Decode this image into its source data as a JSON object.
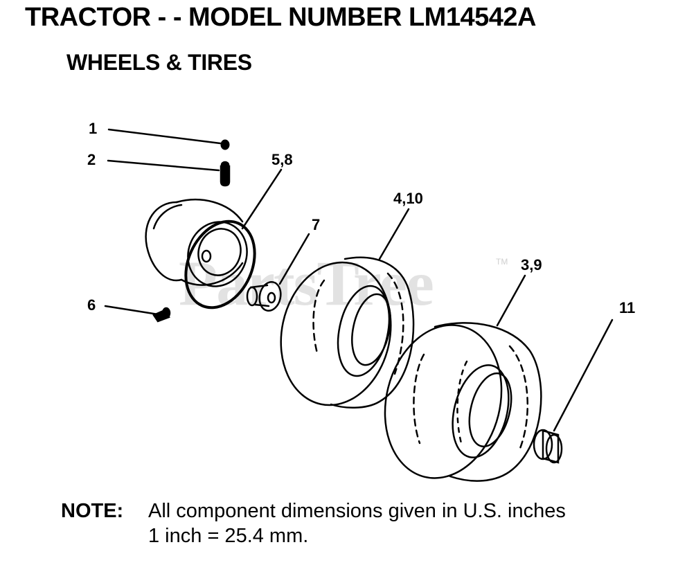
{
  "header": {
    "title": "TRACTOR - - MODEL NUMBER LM14542A",
    "subtitle": "WHEELS & TIRES"
  },
  "callouts": {
    "c1": "1",
    "c2": "2",
    "c58": "5,8",
    "c410": "4,10",
    "c7": "7",
    "c6": "6",
    "c39": "3,9",
    "c11": "11"
  },
  "watermark": {
    "text": "PartsTree",
    "tm": "TM"
  },
  "note": {
    "label": "NOTE:",
    "line1": "All component dimensions given in U.S. inches",
    "line2": "1 inch = 25.4 mm."
  }
}
